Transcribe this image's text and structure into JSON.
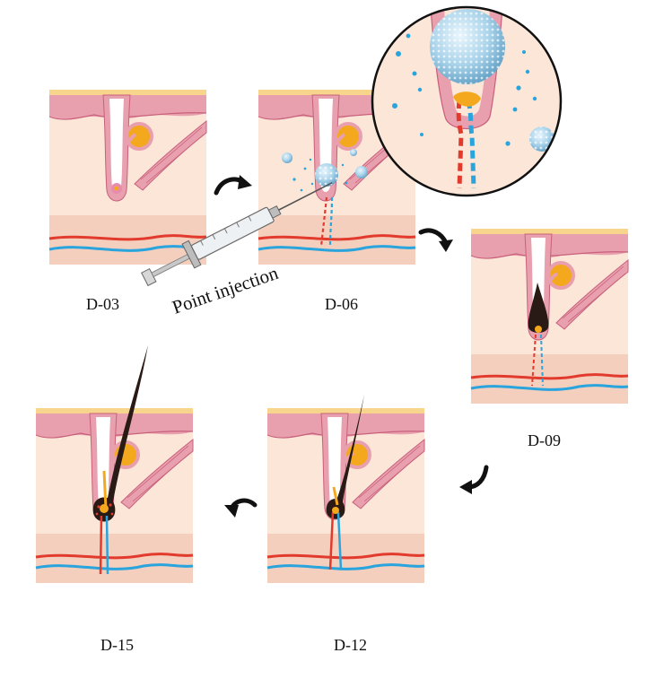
{
  "labels": {
    "d03": "D-03",
    "d06": "D-06",
    "d09": "D-09",
    "d12": "D-12",
    "d15": "D-15",
    "injection": "Point injection"
  },
  "colors": {
    "skin_pink": "#e9a0ae",
    "skin_pink_dark": "#c85f7b",
    "dermis": "#fbe6d8",
    "fat_layer": "#f4cfbd",
    "top_layer": "#f7d58c",
    "gland": "#f4a81d",
    "artery": "#e23b2e",
    "vein": "#2aa4dd",
    "hair": "#2a1a16",
    "microsphere": "#9cc9e3"
  }
}
